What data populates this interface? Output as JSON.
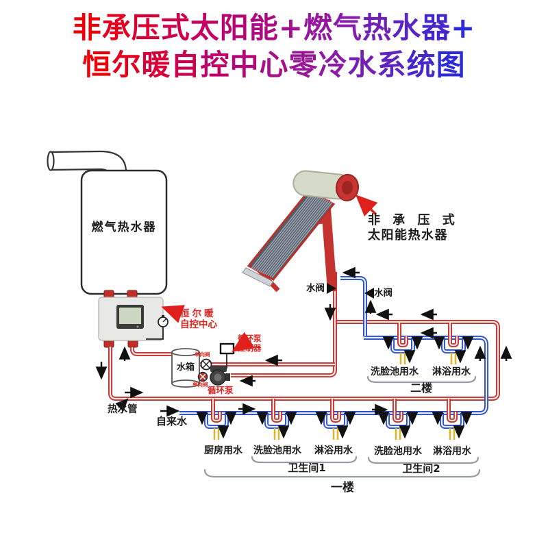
{
  "title": {
    "line1": "非承压式太阳能+燃气热水器+",
    "line2": "恒尔暖自控中心零冷水系统图",
    "gradient_stops": [
      "#ee0006",
      "#c0006a",
      "#8d1ba6",
      "#2d2bd8"
    ]
  },
  "components": {
    "gas_heater": "燃气热水器",
    "control_center_line1": "恒尔暖",
    "control_center_line2": "自控中心",
    "water_tank": "水箱",
    "check_valve_top": "单向阀",
    "check_valve_bottom": "单向阀",
    "pump": "循环泵",
    "pump_controller_line1": "循环泵",
    "pump_controller_line2": "控制器",
    "solar_heater_line1": "非 承 压 式",
    "solar_heater_line2": "太阳能热水器",
    "water_valve_left": "水阀",
    "water_valve_right": "水阀",
    "hot_water_pipe": "热水管",
    "tap_water": "自来水"
  },
  "floors": {
    "second": {
      "label": "二楼",
      "outlets": [
        "洗脸池用水",
        "淋浴用水"
      ]
    },
    "first": {
      "label": "一楼",
      "outlets": [
        "厨房用水",
        "洗脸池用水",
        "淋浴用水",
        "洗脸池用水",
        "淋浴用水"
      ],
      "bathroom1": "卫生间1",
      "bathroom2": "卫生间2"
    }
  },
  "colors": {
    "hot_pipe": "#c63231",
    "cold_pipe": "#2c4fc4",
    "label_red": "#e0201c",
    "faucet_yellow": "#dcb62c"
  }
}
